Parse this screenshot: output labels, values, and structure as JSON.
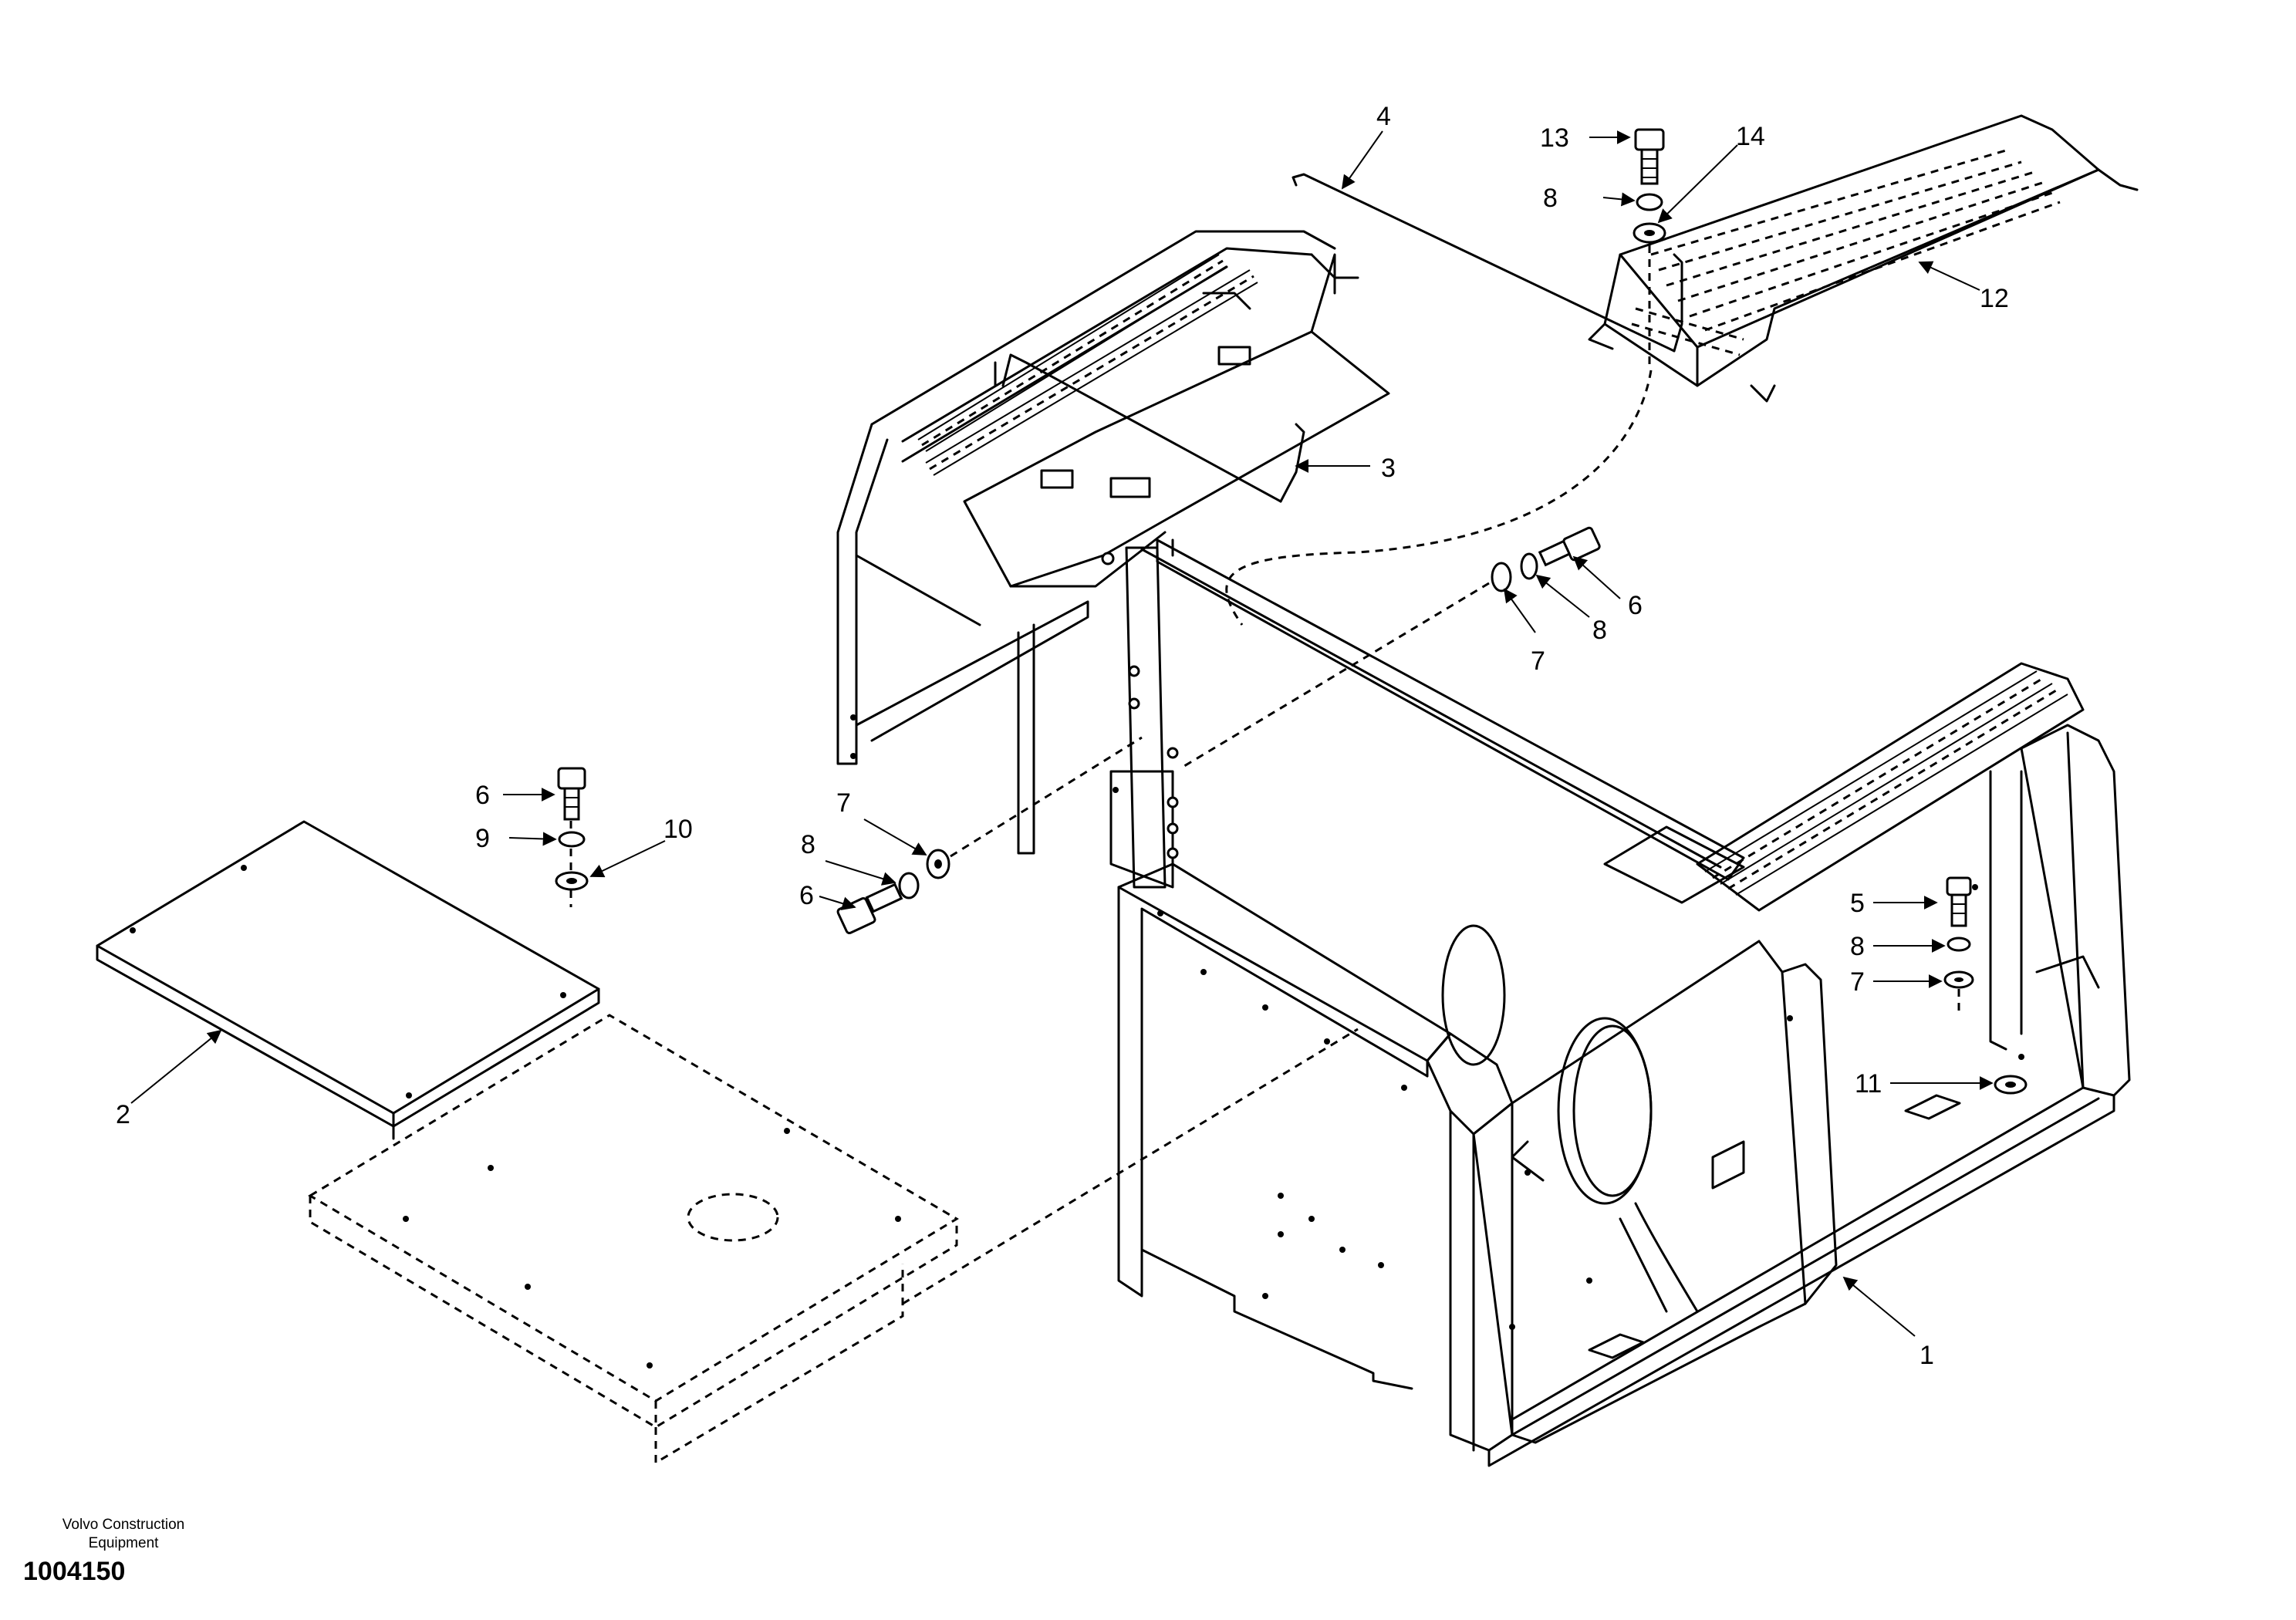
{
  "callouts": {
    "c1": "1",
    "c2": "2",
    "c3": "3",
    "c4": "4",
    "c5": "5",
    "c6a": "6",
    "c6b": "6",
    "c6c": "6",
    "c7a": "7",
    "c7b": "7",
    "c7c": "7",
    "c8a": "8",
    "c8b": "8",
    "c8c": "8",
    "c8d": "8",
    "c9": "9",
    "c10": "10",
    "c11": "11",
    "c12": "12",
    "c13": "13",
    "c14": "14"
  },
  "footer": {
    "company": "Volvo Construction Equipment",
    "document_number": "1004150"
  }
}
